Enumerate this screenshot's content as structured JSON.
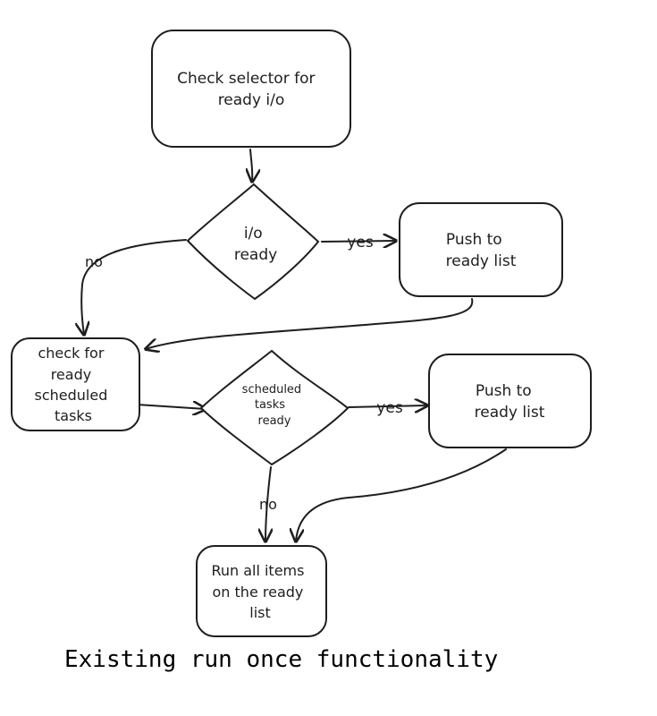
{
  "nodes": {
    "check_selector": {
      "lines": [
        "Check selector for",
        "ready i/o"
      ]
    },
    "io_ready": {
      "lines": [
        "i/o",
        "ready"
      ]
    },
    "push_ready_1": {
      "lines": [
        "Push to",
        "ready list"
      ]
    },
    "check_scheduled": {
      "lines": [
        "check for",
        "ready",
        "scheduled",
        "tasks"
      ]
    },
    "scheduled_ready": {
      "lines": [
        "scheduled",
        "tasks",
        "ready"
      ]
    },
    "push_ready_2": {
      "lines": [
        "Push to",
        "ready list"
      ]
    },
    "run_all": {
      "lines": [
        "Run all items",
        "on the ready",
        "list"
      ]
    }
  },
  "edges": {
    "io_yes": "yes",
    "io_no": "no",
    "sched_yes": "yes",
    "sched_no": "no"
  },
  "caption": "Existing run once functionality",
  "colors": {
    "stroke": "#1e1e1e",
    "background": "#ffffff"
  }
}
